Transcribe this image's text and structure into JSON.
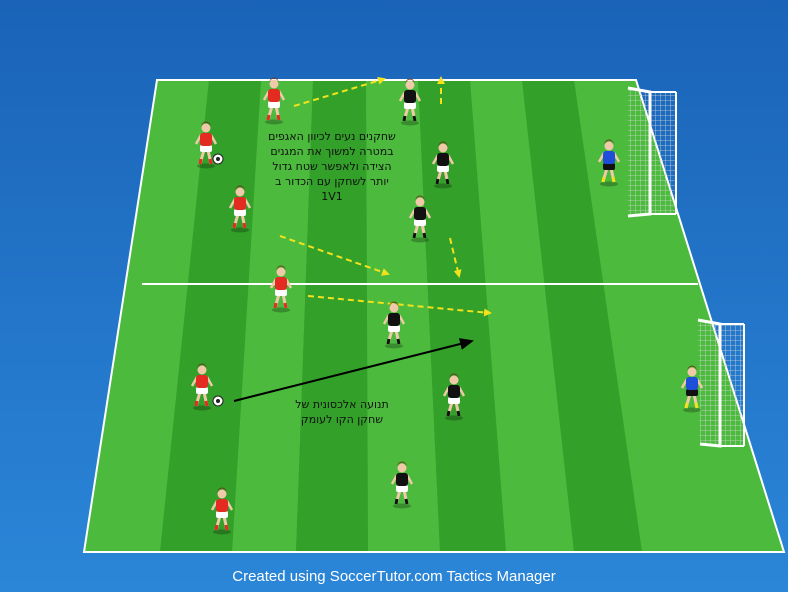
{
  "annotations": {
    "top_lines": [
      "שחקנים נעים לכיוון האגפים",
      "במטרה למשוך את המגנים",
      "הצידה ולאפשר שטח גדול",
      "יותר לשחקן עם הכדור ב",
      "1V1"
    ],
    "bottom_lines": [
      "תנועה אלכסונית של",
      "שחקן הקו לעומק"
    ]
  },
  "footer": "Created using SoccerTutor.com Tactics Manager",
  "colors": {
    "background": "#1c6fc4",
    "grass_light": "#48b83a",
    "grass_dark": "#2e9a26",
    "attacker_shirt": "#e32b22",
    "defender_shirt": "#111111",
    "goalkeeper_shirt": "#1f4fd8",
    "pass_arrow": "#f2e21b",
    "run_arrow": "#000000"
  },
  "players": [
    {
      "team": "red",
      "icon": "attacker-icon"
    },
    {
      "team": "red",
      "icon": "attacker-icon"
    },
    {
      "team": "red",
      "icon": "attacker-icon"
    },
    {
      "team": "red",
      "icon": "attacker-icon"
    },
    {
      "team": "red",
      "icon": "attacker-icon"
    },
    {
      "team": "red",
      "icon": "attacker-icon"
    },
    {
      "team": "black",
      "icon": "defender-icon"
    },
    {
      "team": "black",
      "icon": "defender-icon"
    },
    {
      "team": "black",
      "icon": "defender-icon"
    },
    {
      "team": "black",
      "icon": "defender-icon"
    },
    {
      "team": "black",
      "icon": "defender-icon"
    },
    {
      "team": "black",
      "icon": "defender-icon"
    },
    {
      "team": "blue",
      "icon": "goalkeeper-icon"
    },
    {
      "team": "blue",
      "icon": "goalkeeper-icon"
    }
  ]
}
